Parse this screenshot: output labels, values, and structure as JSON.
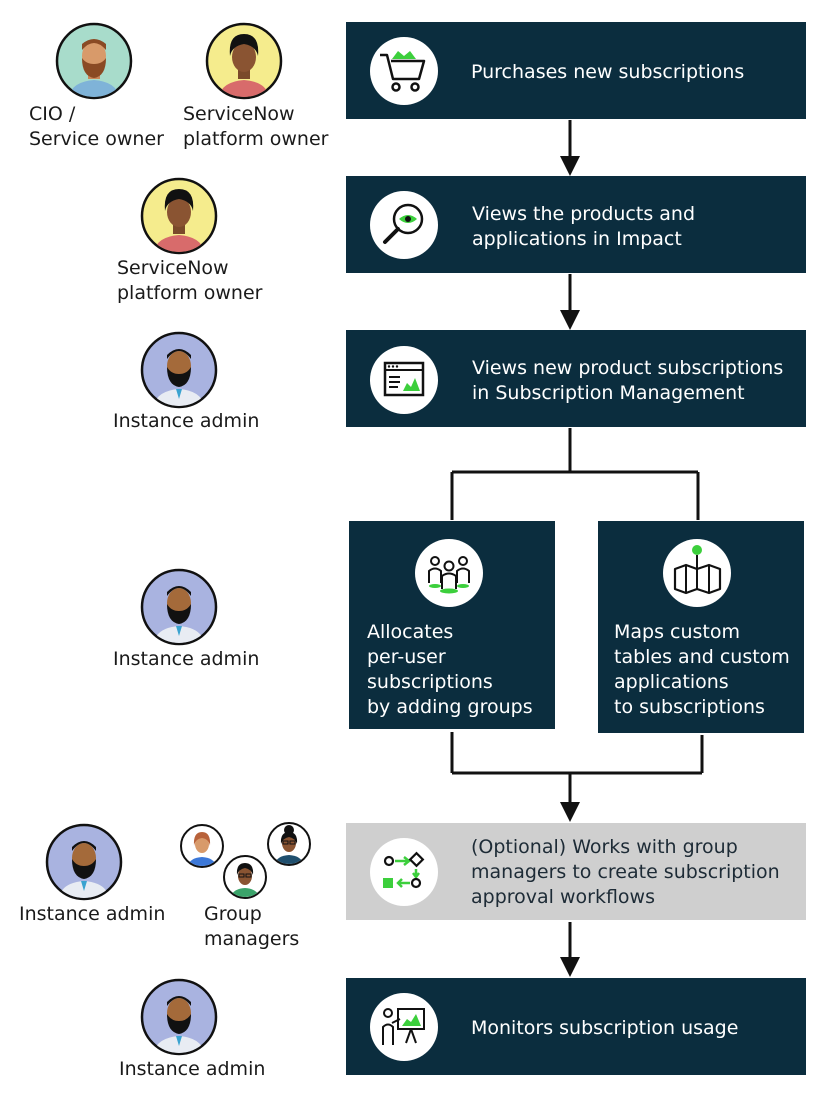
{
  "steps": [
    {
      "text": "Purchases new subscriptions",
      "icon": "shopping-cart-icon"
    },
    {
      "text": "Views the products and\napplications in Impact",
      "icon": "magnifier-eye-icon"
    },
    {
      "text": "Views new product subscriptions\nin Subscription Management",
      "icon": "dashboard-window-icon"
    },
    {
      "text": "Allocates\nper-user\nsubscriptions\nby adding groups",
      "icon": "user-group-icon"
    },
    {
      "text": "Maps custom\ntables and custom\napplications\nto subscriptions",
      "icon": "map-pin-icon"
    },
    {
      "text": "(Optional) Works with group\nmanagers to create subscription\napproval workflows",
      "icon": "workflow-icon",
      "optional": true
    },
    {
      "text": "Monitors subscription usage",
      "icon": "presenter-chart-icon"
    }
  ],
  "roles": {
    "cio": "CIO /\nService owner",
    "platform_owner_1": "ServiceNow\nplatform owner",
    "platform_owner_2": "ServiceNow\nplatform owner",
    "instance_admin_1": "Instance admin",
    "instance_admin_2": "Instance admin",
    "instance_admin_3": "Instance admin",
    "group_managers": "Group\nmanagers",
    "instance_admin_4": "Instance admin"
  },
  "colors": {
    "box": "#0b2d3e",
    "optional_box": "#cfcfcf",
    "accent_green": "#3ccf3c",
    "connector": "#111111"
  }
}
